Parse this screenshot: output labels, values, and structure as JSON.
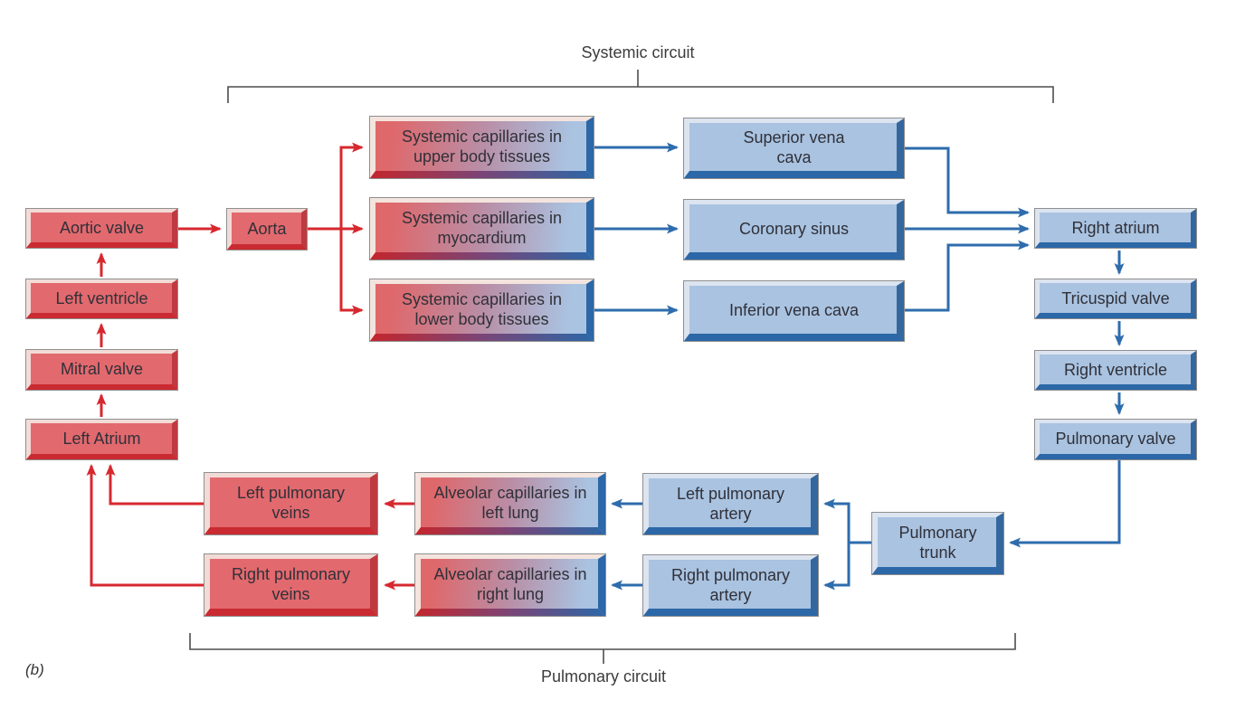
{
  "figure_label": "(b)",
  "brackets": {
    "top": "Systemic circuit",
    "bottom": "Pulmonary circuit"
  },
  "nodes": {
    "aortic_valve": {
      "label": "Aortic valve",
      "type": "oxygenated"
    },
    "left_ventricle": {
      "label": "Left ventricle",
      "type": "oxygenated"
    },
    "mitral_valve": {
      "label": "Mitral valve",
      "type": "oxygenated"
    },
    "left_atrium": {
      "label": "Left Atrium",
      "type": "oxygenated"
    },
    "aorta": {
      "label": "Aorta",
      "type": "oxygenated"
    },
    "sys_cap_upper": {
      "label": "Systemic capillaries in upper body tissues",
      "type": "transition"
    },
    "sys_cap_myo": {
      "label": "Systemic capillaries in myocardium",
      "type": "transition"
    },
    "sys_cap_lower": {
      "label": "Systemic capillaries in lower body tissues",
      "type": "transition"
    },
    "svc": {
      "label": "Superior vena cava",
      "type": "deoxygenated"
    },
    "coronary_sinus": {
      "label": "Coronary sinus",
      "type": "deoxygenated"
    },
    "ivc": {
      "label": "Inferior vena cava",
      "type": "deoxygenated"
    },
    "right_atrium": {
      "label": "Right atrium",
      "type": "deoxygenated"
    },
    "tricuspid_valve": {
      "label": "Tricuspid valve",
      "type": "deoxygenated"
    },
    "right_ventricle": {
      "label": "Right ventricle",
      "type": "deoxygenated"
    },
    "pulmonary_valve": {
      "label": "Pulmonary valve",
      "type": "deoxygenated"
    },
    "pulmonary_trunk": {
      "label": "Pulmonary trunk",
      "type": "deoxygenated"
    },
    "left_pulm_artery": {
      "label": "Left pulmonary artery",
      "type": "deoxygenated"
    },
    "right_pulm_artery": {
      "label": "Right pulmonary artery",
      "type": "deoxygenated"
    },
    "alv_cap_left": {
      "label": "Alveolar capillaries in left lung",
      "type": "transition"
    },
    "alv_cap_right": {
      "label": "Alveolar capillaries in right lung",
      "type": "transition"
    },
    "left_pulm_veins": {
      "label": "Left pulmonary veins",
      "type": "oxygenated"
    },
    "right_pulm_veins": {
      "label": "Right pulmonary veins",
      "type": "oxygenated"
    }
  },
  "colors": {
    "oxygenated_fill": "#e2696e",
    "deoxygenated_fill": "#a9c3e1",
    "red_arrow": "#d7282f",
    "blue_arrow": "#2e6cad",
    "bracket_line": "#4d4d4d"
  },
  "edges": [
    {
      "from": "left_atrium",
      "to": "mitral_valve",
      "color": "red"
    },
    {
      "from": "mitral_valve",
      "to": "left_ventricle",
      "color": "red"
    },
    {
      "from": "left_ventricle",
      "to": "aortic_valve",
      "color": "red"
    },
    {
      "from": "aortic_valve",
      "to": "aorta",
      "color": "red"
    },
    {
      "from": "aorta",
      "to": "sys_cap_upper",
      "color": "red"
    },
    {
      "from": "aorta",
      "to": "sys_cap_myo",
      "color": "red"
    },
    {
      "from": "aorta",
      "to": "sys_cap_lower",
      "color": "red"
    },
    {
      "from": "sys_cap_upper",
      "to": "svc",
      "color": "blue"
    },
    {
      "from": "sys_cap_myo",
      "to": "coronary_sinus",
      "color": "blue"
    },
    {
      "from": "sys_cap_lower",
      "to": "ivc",
      "color": "blue"
    },
    {
      "from": "svc",
      "to": "right_atrium",
      "color": "blue"
    },
    {
      "from": "coronary_sinus",
      "to": "right_atrium",
      "color": "blue"
    },
    {
      "from": "ivc",
      "to": "right_atrium",
      "color": "blue"
    },
    {
      "from": "right_atrium",
      "to": "tricuspid_valve",
      "color": "blue"
    },
    {
      "from": "tricuspid_valve",
      "to": "right_ventricle",
      "color": "blue"
    },
    {
      "from": "right_ventricle",
      "to": "pulmonary_valve",
      "color": "blue"
    },
    {
      "from": "pulmonary_valve",
      "to": "pulmonary_trunk",
      "color": "blue"
    },
    {
      "from": "pulmonary_trunk",
      "to": "left_pulm_artery",
      "color": "blue"
    },
    {
      "from": "pulmonary_trunk",
      "to": "right_pulm_artery",
      "color": "blue"
    },
    {
      "from": "left_pulm_artery",
      "to": "alv_cap_left",
      "color": "blue"
    },
    {
      "from": "right_pulm_artery",
      "to": "alv_cap_right",
      "color": "blue"
    },
    {
      "from": "alv_cap_left",
      "to": "left_pulm_veins",
      "color": "red"
    },
    {
      "from": "alv_cap_right",
      "to": "right_pulm_veins",
      "color": "red"
    },
    {
      "from": "left_pulm_veins",
      "to": "left_atrium",
      "color": "red"
    },
    {
      "from": "right_pulm_veins",
      "to": "left_atrium",
      "color": "red"
    }
  ]
}
